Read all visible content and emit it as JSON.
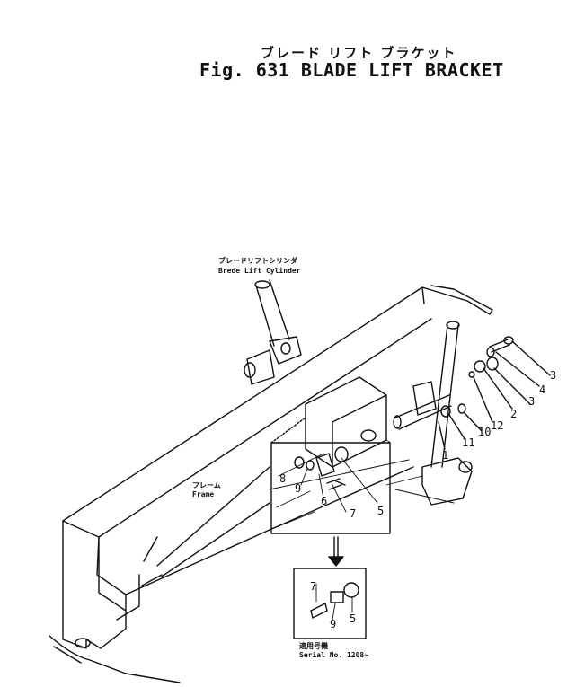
{
  "title": {
    "japanese": "ブレード リフト ブラケット",
    "english": "Fig. 631 BLADE LIFT BRACKET"
  },
  "labels": {
    "cylinder_jp": "ブレードリフトシリンダ",
    "cylinder_en": "Brede Lift Cylinder",
    "frame_jp": "フレーム",
    "frame_en": "Frame",
    "serial_jp": "適用号機",
    "serial_en": "Serial No. 1208~"
  },
  "callouts": [
    "3",
    "4",
    "2",
    "3",
    "12",
    "10",
    "11",
    "1",
    "8",
    "9",
    "6",
    "7",
    "5",
    "7",
    "9",
    "5"
  ]
}
